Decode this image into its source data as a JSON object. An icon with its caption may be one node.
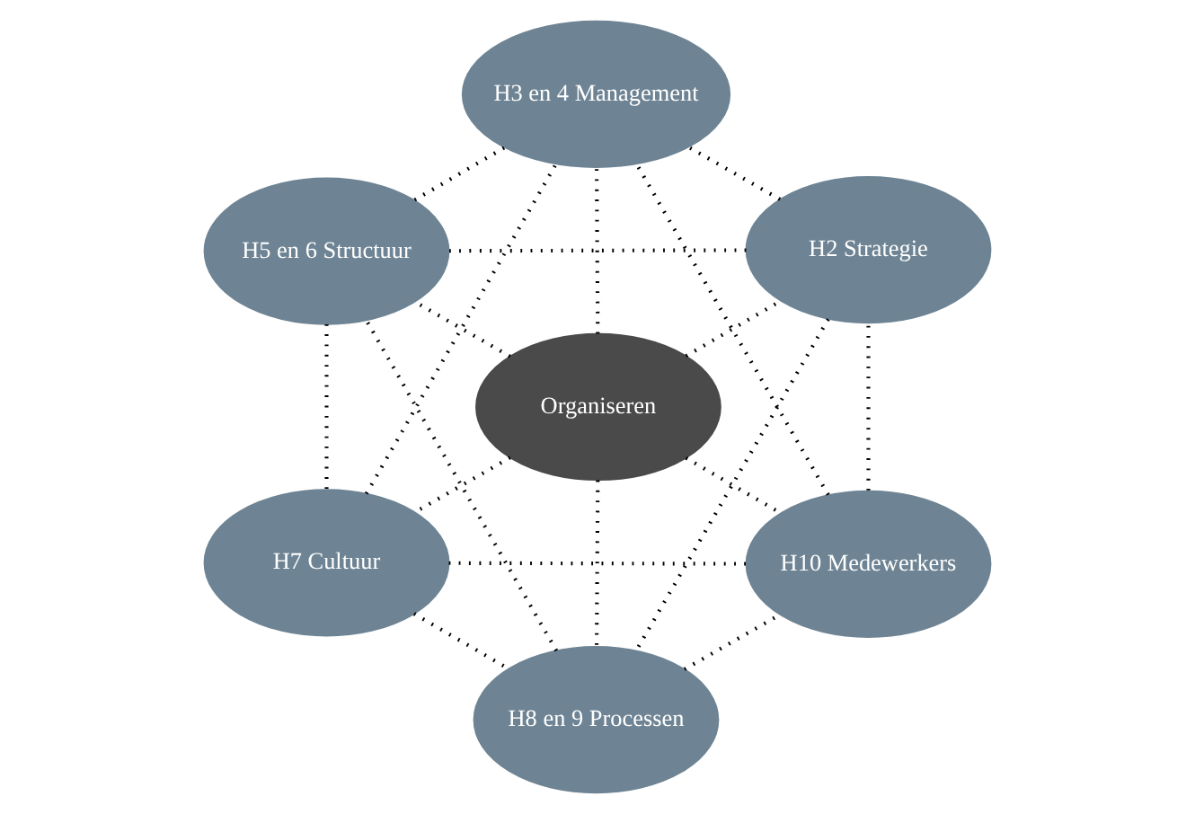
{
  "diagram": {
    "nodes": [
      {
        "text": [
          "Organiseren"
        ]
      },
      {
        "text": [
          "H2 Strategie"
        ]
      },
      {
        "text": [
          "H3 en 4 Management"
        ]
      },
      {
        "text": [
          "H5 en 6 Structuur"
        ]
      },
      {
        "text": [
          "H7 Cultuur"
        ]
      },
      {
        "text": [
          "H8 en 9 Processen"
        ]
      },
      {
        "text": [
          "H10 Medewerkers"
        ]
      }
    ],
    "edges": [
      {
        "from": 0,
        "to": 1,
        "arrow": "none",
        "style": "dashed"
      },
      {
        "from": 0,
        "to": 2,
        "arrow": "none",
        "style": "dashed"
      },
      {
        "from": 0,
        "to": 3,
        "arrow": "none",
        "style": "dashed"
      },
      {
        "from": 0,
        "to": 4,
        "arrow": "none",
        "style": "dashed"
      },
      {
        "from": 0,
        "to": 5,
        "arrow": "none",
        "style": "dashed"
      },
      {
        "from": 0,
        "to": 6,
        "arrow": "none",
        "style": "dashed"
      },
      {
        "from": 1,
        "to": 2,
        "arrow": "none",
        "style": "dashed"
      },
      {
        "from": 2,
        "to": 3,
        "arrow": "none",
        "style": "dashed"
      },
      {
        "from": 3,
        "to": 4,
        "arrow": "none",
        "style": "dashed"
      },
      {
        "from": 4,
        "to": 5,
        "arrow": "none",
        "style": "dashed"
      },
      {
        "from": 5,
        "to": 6,
        "arrow": "none",
        "style": "dashed"
      },
      {
        "from": 6,
        "to": 1,
        "arrow": "none",
        "style": "dashed"
      },
      {
        "from": 6,
        "to": 2,
        "arrow": "none",
        "style": "dashed"
      },
      {
        "from": 5,
        "to": 3,
        "arrow": "none",
        "style": "dashed"
      },
      {
        "from": 1,
        "to": 3,
        "arrow": "none",
        "style": "dashed"
      },
      {
        "from": 1,
        "to": 5,
        "arrow": "none",
        "style": "dashed"
      },
      {
        "from": 4,
        "to": 6,
        "arrow": "none",
        "style": "dashed"
      },
      {
        "from": 4,
        "to": 2,
        "arrow": "none",
        "style": "dashed"
      }
    ]
  }
}
